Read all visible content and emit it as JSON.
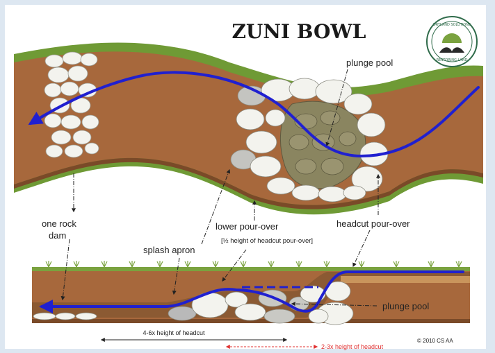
{
  "diagram": {
    "title": "ZUNI BOWL",
    "labels": {
      "plunge_pool_top": "plunge pool",
      "one_rock_dam_line1": "one rock",
      "one_rock_dam_line2": "dam",
      "lower_pour_over": "lower pour-over",
      "lower_pour_over_note": "[½ height of headcut pour-over]",
      "headcut_pour_over": "headcut pour-over",
      "splash_apron": "splash apron",
      "plunge_pool_bottom": "plunge pool",
      "dim_4_6x": "4-6x height of headcut",
      "dim_2_3x": "2-3x height of headcut",
      "copyright": "© 2010 CS AA"
    },
    "logo": {
      "icon": "sun-over-hands-seal-icon",
      "text_top": "DRYLAND SOLUTIONS",
      "text_bottom": "RESTORING LAND"
    },
    "colors": {
      "soil": "#a7683c",
      "soil_dark": "#7a4a28",
      "grass_band": "#6f9a35",
      "water_flow": "#2020d0",
      "rock_fill": "#f3f3ee",
      "rock_grey": "#b9b9b9",
      "pool_fill": "#8a8560",
      "dim_red": "#e03030"
    }
  }
}
